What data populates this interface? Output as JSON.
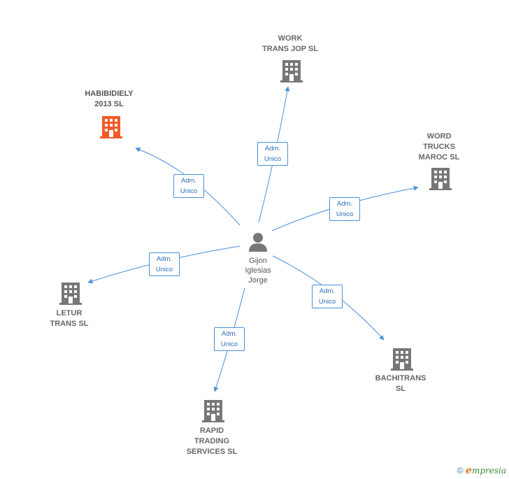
{
  "center": {
    "name": "Gijon\nIglesias\nJorge"
  },
  "nodes": [
    {
      "id": "habibidiely",
      "label": "HABIBIDIELY\n2013  SL",
      "highlight": true
    },
    {
      "id": "work",
      "label": "WORK\nTRANS JOP  SL",
      "highlight": false
    },
    {
      "id": "word",
      "label": "WORD\nTRUCKS\nMAROC  SL",
      "highlight": false
    },
    {
      "id": "letur",
      "label": "LETUR\nTRANS SL",
      "highlight": false
    },
    {
      "id": "bachitrans",
      "label": "BACHITRANS\nSL",
      "highlight": false
    },
    {
      "id": "rapid",
      "label": "RAPID\nTRADING\nSERVICES  SL",
      "highlight": false
    }
  ],
  "edges": [
    {
      "to": "habibidiely",
      "label": "Adm.\nUnico"
    },
    {
      "to": "work",
      "label": "Adm.\nUnico"
    },
    {
      "to": "word",
      "label": "Adm.\nUnico"
    },
    {
      "to": "letur",
      "label": "Adm.\nUnico"
    },
    {
      "to": "bachitrans",
      "label": "Adm.\nUnico"
    },
    {
      "to": "rapid",
      "label": "Adm.\nUnico"
    }
  ],
  "colors": {
    "edge": "#4a90d9",
    "building": "#777777",
    "building_highlight": "#f15a29",
    "person": "#777777"
  },
  "footer": {
    "copyright": "©",
    "brand_first": "e",
    "brand_rest": "mpresia"
  }
}
